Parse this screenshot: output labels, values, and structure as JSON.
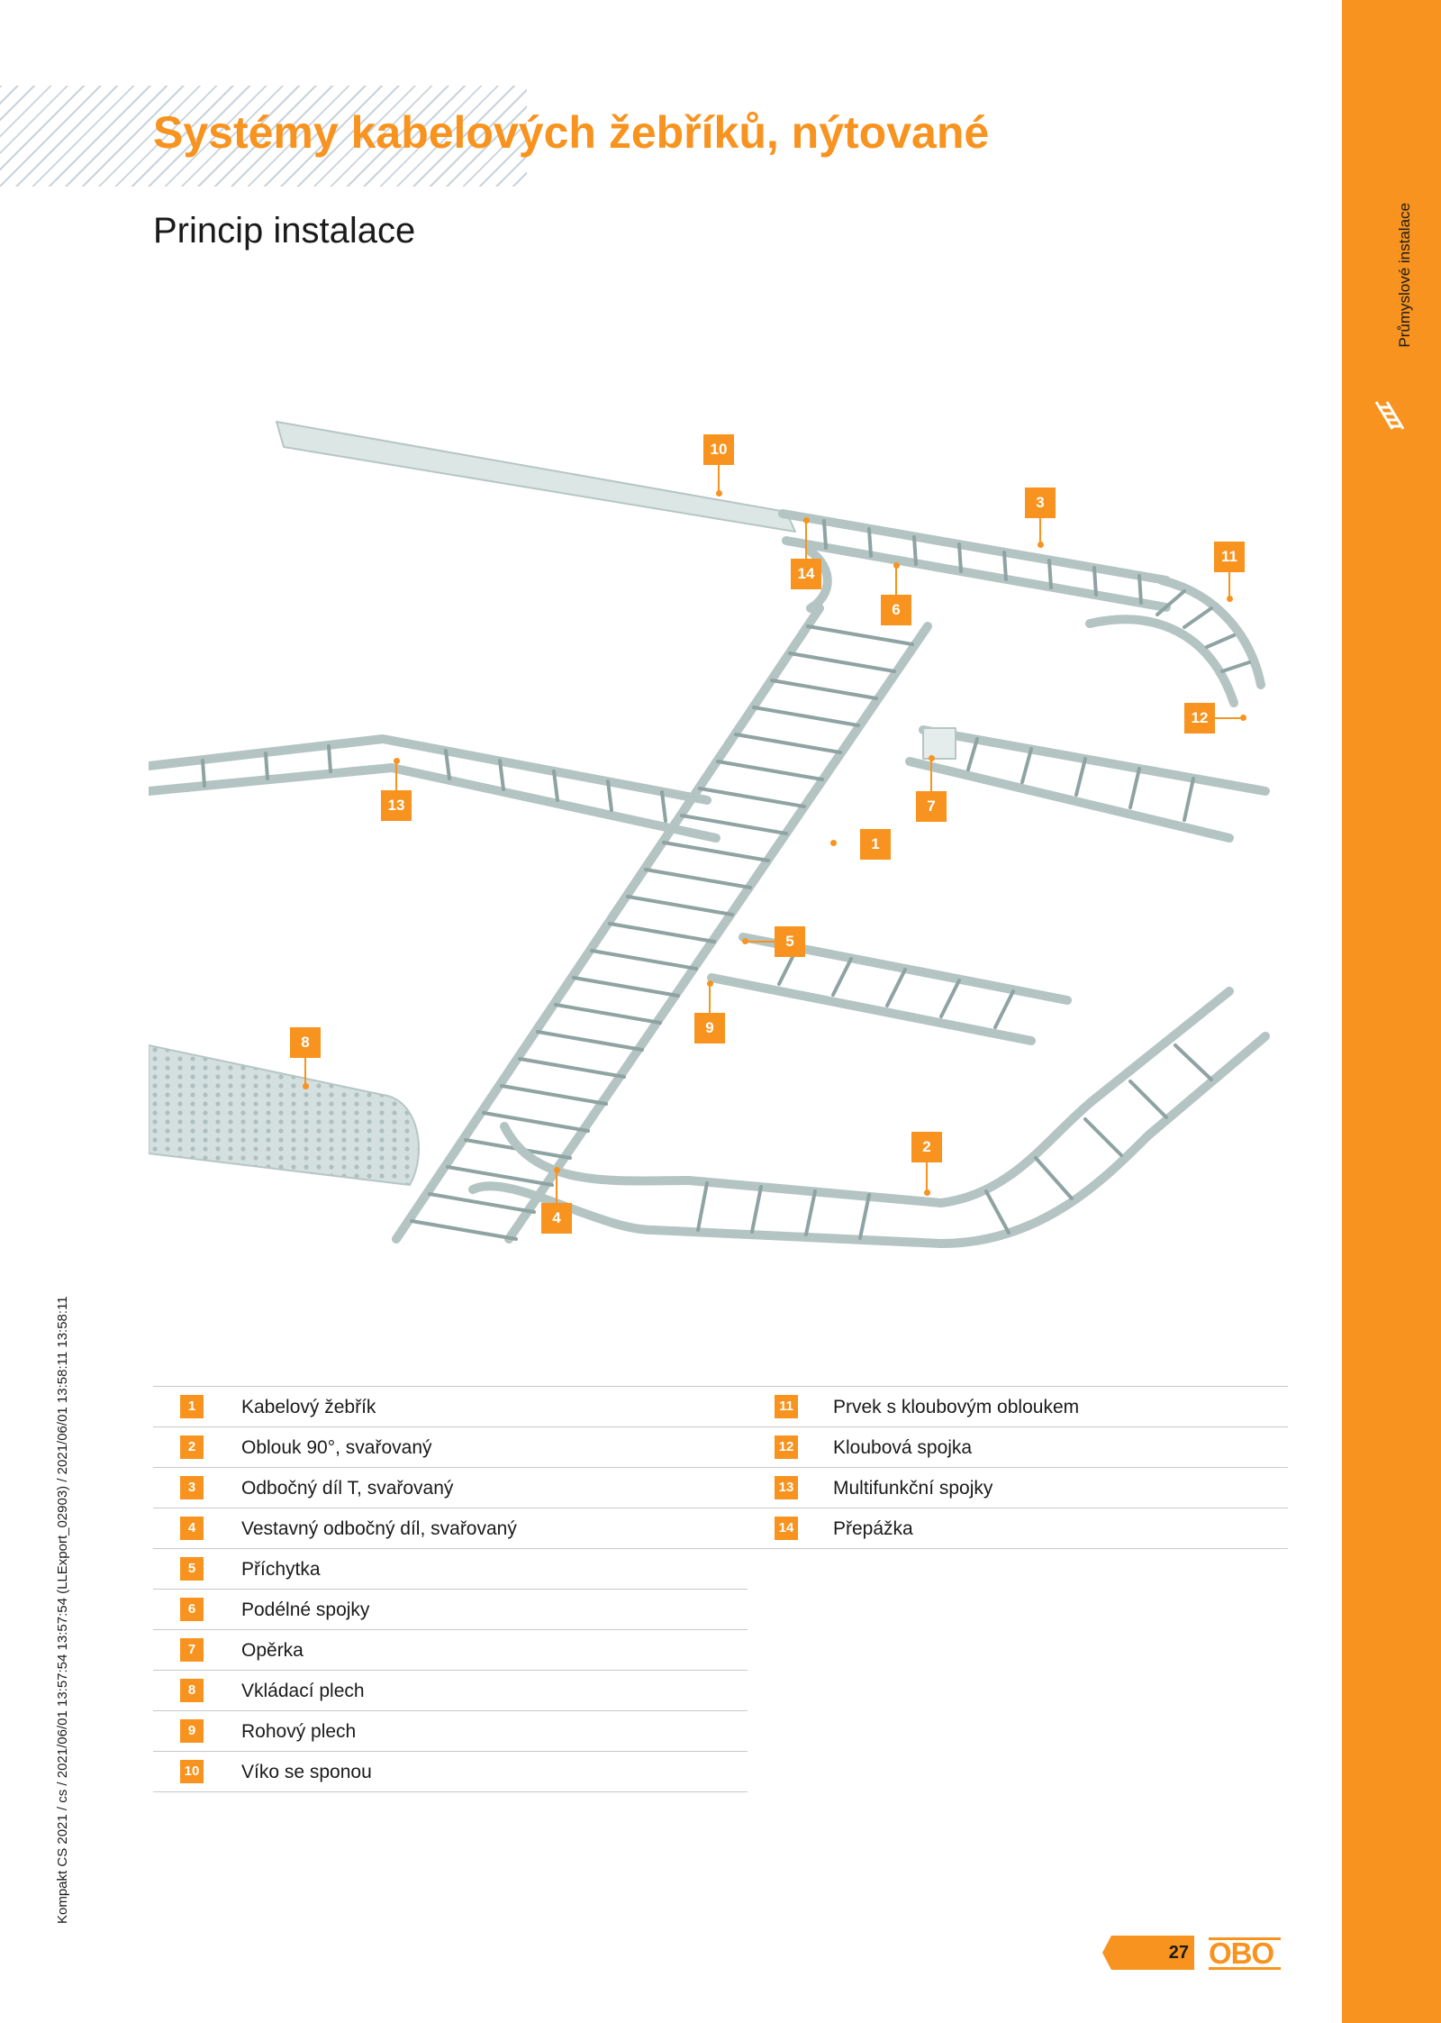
{
  "header": {
    "title": "Systémy kabelových žebříků, nýtované",
    "subtitle": "Princip instalace"
  },
  "sidebar": {
    "label": "Průmyslové instalace",
    "icon": "cable-ladder-icon"
  },
  "footer": {
    "meta": "Kompakt CS 2021 / cs / 2021/06/01 13:57:54 13:57:54 (LLExport_02903) / 2021/06/01 13:58:11 13:58:11",
    "page_number": "27",
    "logo": "OBO"
  },
  "diagram": {
    "callouts": [
      "1",
      "2",
      "3",
      "4",
      "5",
      "6",
      "7",
      "8",
      "9",
      "10",
      "11",
      "12",
      "13",
      "14"
    ]
  },
  "legend": {
    "col1": [
      {
        "num": "1",
        "label": "Kabelový žebřík"
      },
      {
        "num": "2",
        "label": "Oblouk 90°, svařovaný"
      },
      {
        "num": "3",
        "label": "Odbočný díl T, svařovaný"
      },
      {
        "num": "4",
        "label": "Vestavný odbočný díl, svařovaný"
      },
      {
        "num": "5",
        "label": "Příchytka"
      },
      {
        "num": "6",
        "label": "Podélné spojky"
      },
      {
        "num": "7",
        "label": "Opěrka"
      },
      {
        "num": "8",
        "label": "Vkládací plech"
      },
      {
        "num": "9",
        "label": "Rohový plech"
      },
      {
        "num": "10",
        "label": "Víko se sponou"
      }
    ],
    "col2": [
      {
        "num": "11",
        "label": "Prvek s kloubovým obloukem"
      },
      {
        "num": "12",
        "label": "Kloubová spojka"
      },
      {
        "num": "13",
        "label": "Multifunkční spojky"
      },
      {
        "num": "14",
        "label": "Přepážka"
      }
    ]
  },
  "colors": {
    "accent": "#f7931e",
    "ladder": "#c9d8d8",
    "text": "#1a1a1a"
  }
}
